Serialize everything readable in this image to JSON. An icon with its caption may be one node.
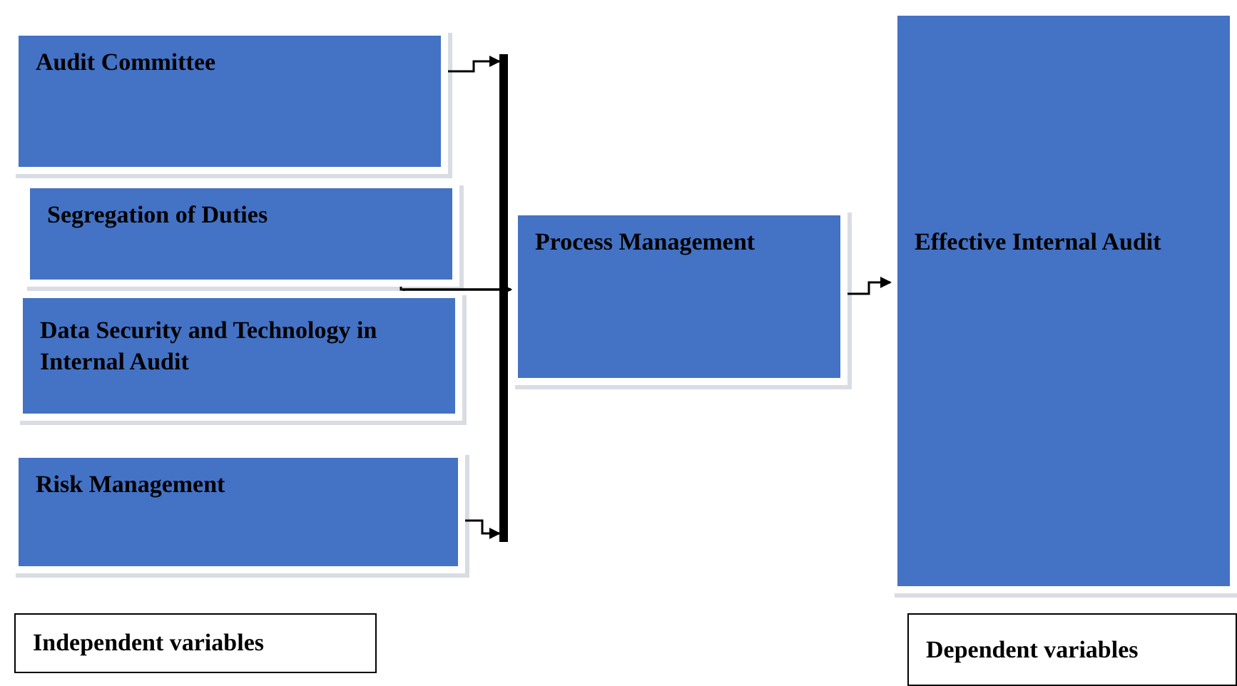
{
  "diagram": {
    "nodes": [
      {
        "text": [
          "Audit Committee"
        ]
      },
      {
        "text": [
          "Segregation of Duties"
        ]
      },
      {
        "text": [
          "Data Security and Technology in Internal Audit"
        ]
      },
      {
        "text": [
          "Risk Management"
        ]
      },
      {
        "text": [],
        "shape": "bar"
      },
      {
        "text": [
          "Process Management"
        ]
      },
      {
        "text": [
          "Effective Internal Audit"
        ]
      },
      {
        "text": [
          "Independent variables"
        ]
      },
      {
        "text": [
          "Dependent variables"
        ]
      }
    ],
    "edges": [
      {
        "from": 0,
        "to": 4,
        "arrow": "to"
      },
      {
        "from": 3,
        "to": 4,
        "arrow": "to"
      },
      {
        "from": 1,
        "to": 5,
        "arrow": "to"
      },
      {
        "from": 2,
        "to": 5,
        "arrow": "to"
      },
      {
        "from": 5,
        "to": 6,
        "arrow": "to"
      }
    ]
  }
}
